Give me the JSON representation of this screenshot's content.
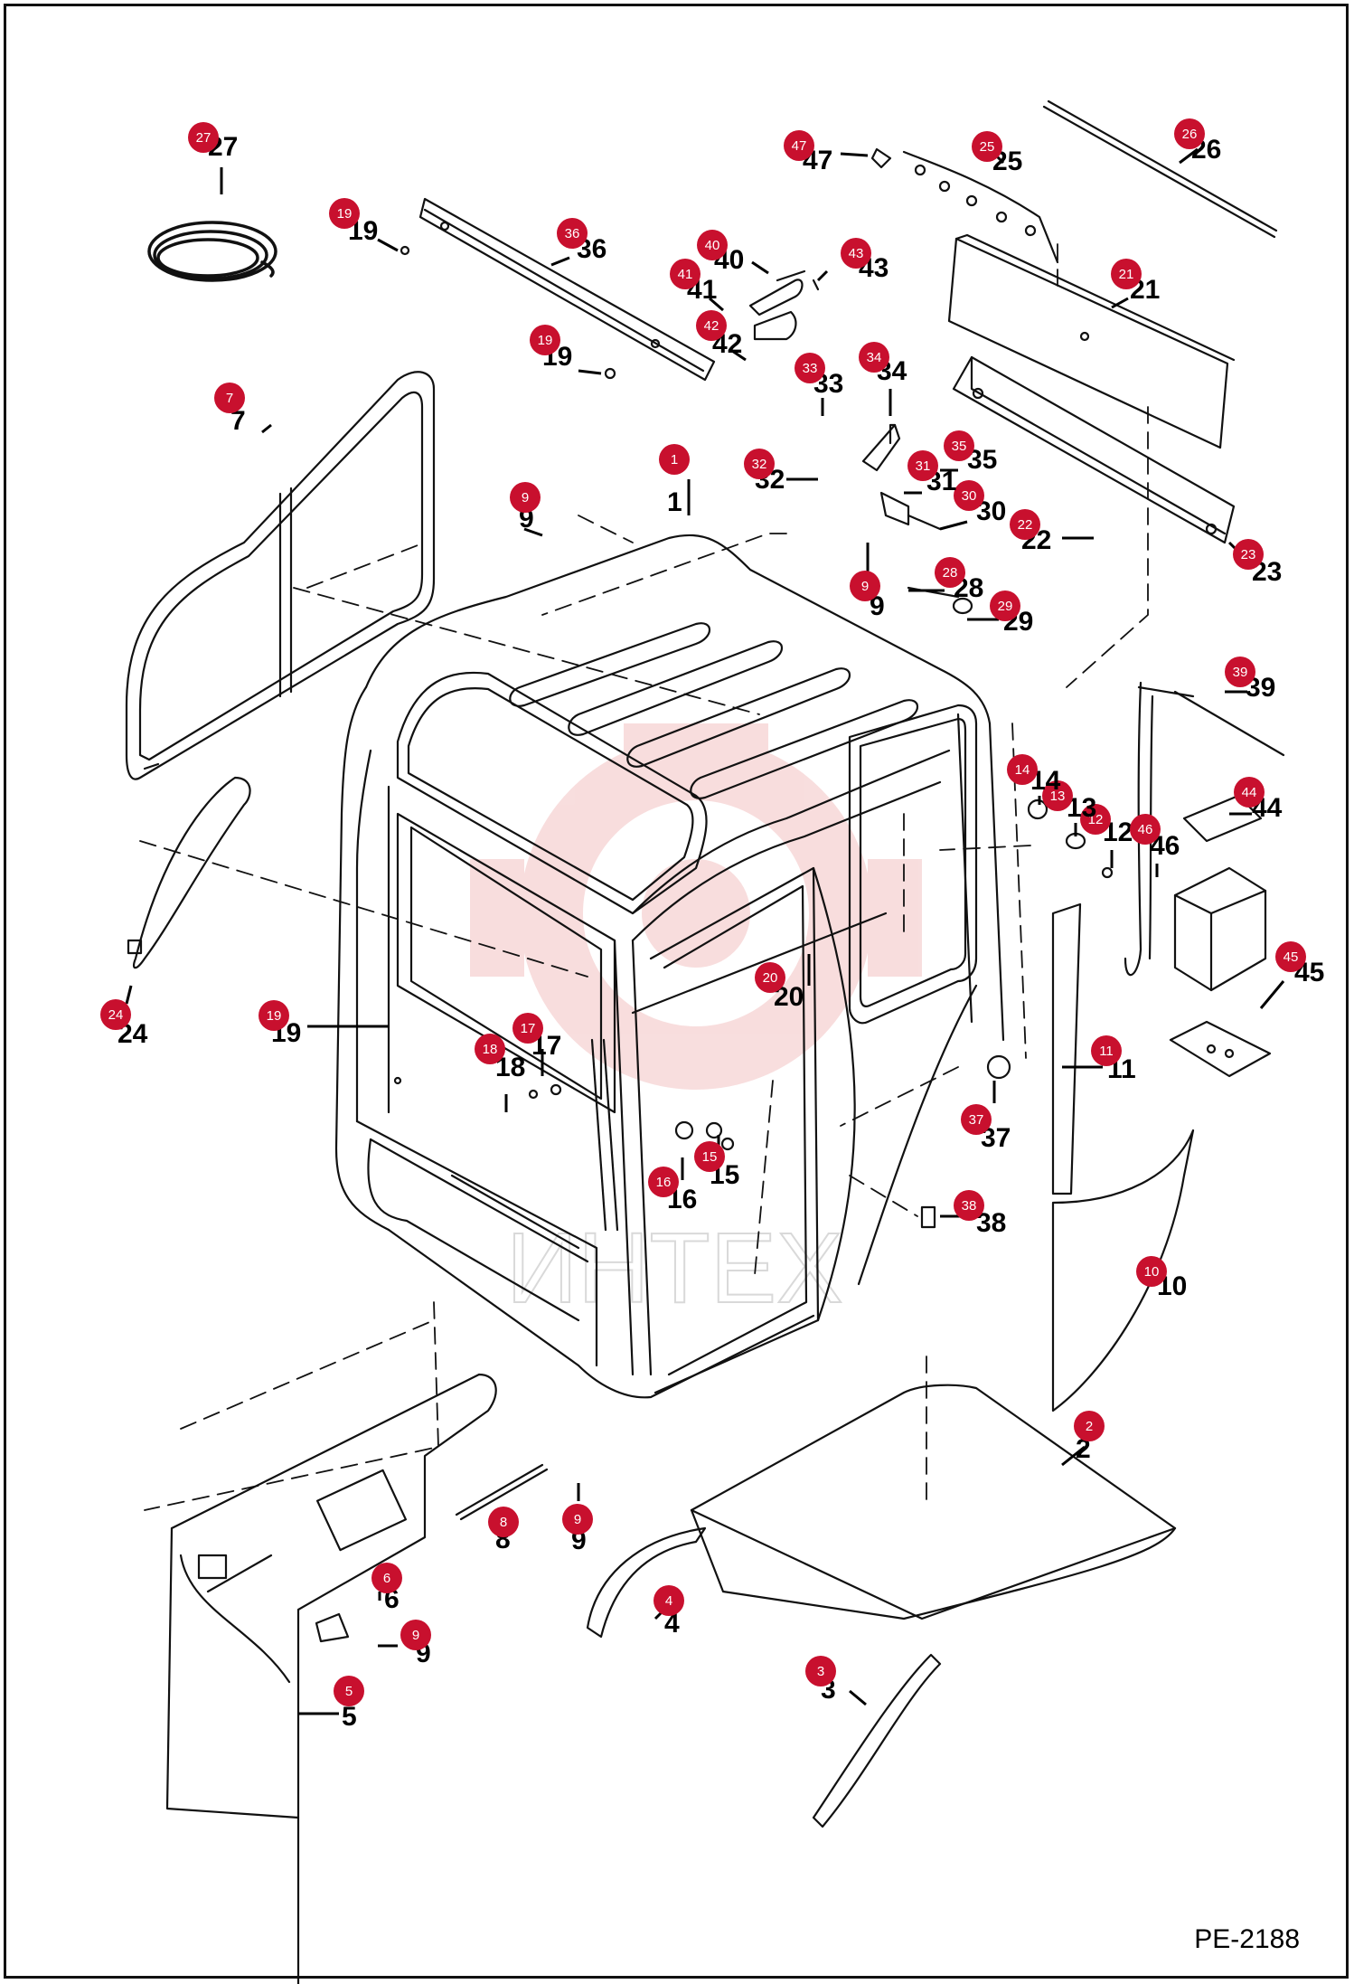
{
  "drawing": {
    "code": "PE-2188",
    "watermark_text": "ИНТЕХ"
  },
  "colors": {
    "badge": "#c8102e",
    "badge_text": "#ffffff",
    "ink": "#000000",
    "watermark": "#f3c2c2"
  },
  "callouts": [
    {
      "id": "1",
      "label": "1"
    },
    {
      "id": "2",
      "label": "2"
    },
    {
      "id": "3",
      "label": "3"
    },
    {
      "id": "4",
      "label": "4"
    },
    {
      "id": "5",
      "label": "5"
    },
    {
      "id": "6",
      "label": "6"
    },
    {
      "id": "7",
      "label": "7"
    },
    {
      "id": "8",
      "label": "8"
    },
    {
      "id": "9a",
      "label": "9"
    },
    {
      "id": "9b",
      "label": "9"
    },
    {
      "id": "9c",
      "label": "9"
    },
    {
      "id": "9d",
      "label": "9"
    },
    {
      "id": "10",
      "label": "10"
    },
    {
      "id": "11",
      "label": "11"
    },
    {
      "id": "12",
      "label": "12"
    },
    {
      "id": "13",
      "label": "13"
    },
    {
      "id": "14",
      "label": "14"
    },
    {
      "id": "15",
      "label": "15"
    },
    {
      "id": "16",
      "label": "16"
    },
    {
      "id": "17",
      "label": "17"
    },
    {
      "id": "18",
      "label": "18"
    },
    {
      "id": "19a",
      "label": "19"
    },
    {
      "id": "19b",
      "label": "19"
    },
    {
      "id": "19c",
      "label": "19"
    },
    {
      "id": "20",
      "label": "20"
    },
    {
      "id": "21",
      "label": "21"
    },
    {
      "id": "22",
      "label": "22"
    },
    {
      "id": "23",
      "label": "23"
    },
    {
      "id": "24",
      "label": "24"
    },
    {
      "id": "25",
      "label": "25"
    },
    {
      "id": "26",
      "label": "26"
    },
    {
      "id": "27",
      "label": "27"
    },
    {
      "id": "28",
      "label": "28"
    },
    {
      "id": "29",
      "label": "29"
    },
    {
      "id": "30",
      "label": "30"
    },
    {
      "id": "31",
      "label": "31"
    },
    {
      "id": "32",
      "label": "32"
    },
    {
      "id": "33",
      "label": "33"
    },
    {
      "id": "34",
      "label": "34"
    },
    {
      "id": "35",
      "label": "35"
    },
    {
      "id": "36",
      "label": "36"
    },
    {
      "id": "37",
      "label": "37"
    },
    {
      "id": "38",
      "label": "38"
    },
    {
      "id": "39",
      "label": "39"
    },
    {
      "id": "40",
      "label": "40"
    },
    {
      "id": "41",
      "label": "41"
    },
    {
      "id": "42",
      "label": "42"
    },
    {
      "id": "43",
      "label": "43"
    },
    {
      "id": "44",
      "label": "44"
    },
    {
      "id": "45",
      "label": "45"
    },
    {
      "id": "46",
      "label": "46"
    },
    {
      "id": "47",
      "label": "47"
    }
  ]
}
